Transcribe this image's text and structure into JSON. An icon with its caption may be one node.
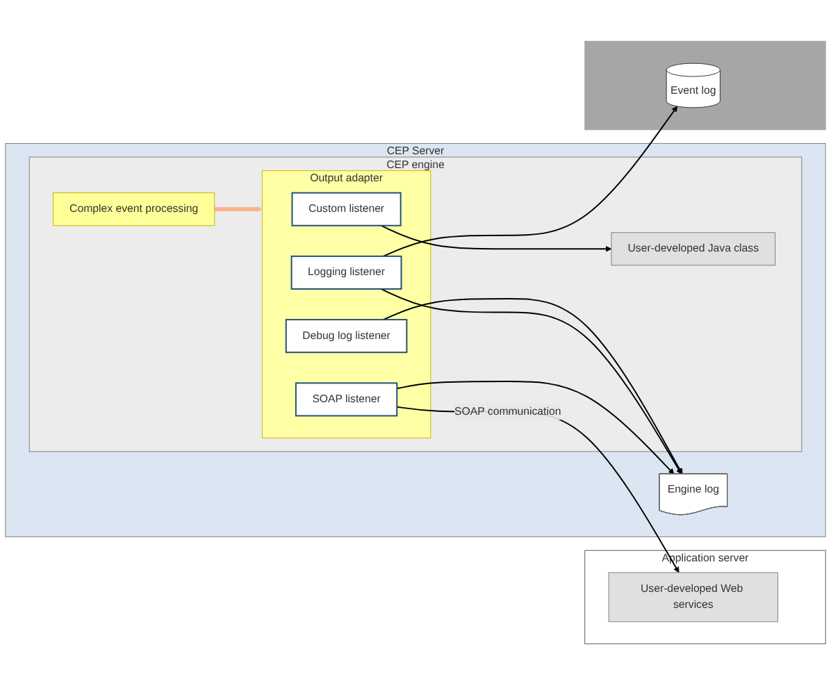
{
  "diagram": {
    "nodes": [
      {
        "text": [
          "CEP Server"
        ]
      },
      {
        "text": [
          "CEP engine"
        ],
        "in": 0
      },
      {
        "text": [
          "Complex event processing"
        ],
        "in": 1
      },
      {
        "text": [
          "Output adapter"
        ],
        "in": 1
      },
      {
        "text": [
          "Custom listener"
        ],
        "in": 3
      },
      {
        "text": [
          "SOAP listener"
        ],
        "in": 3
      },
      {
        "text": [
          "Logging listener"
        ],
        "in": 3
      },
      {
        "text": [
          "Debug log listener"
        ],
        "in": 3
      },
      {
        "text": [
          "User-developed Java class"
        ],
        "in": 1
      },
      {
        "text": [
          "Application server"
        ]
      },
      {
        "text": [
          "User-developed Web services"
        ],
        "in": 9
      },
      {
        "text": [
          "Engine log"
        ],
        "in": 0
      },
      {
        "text": [],
        "shape": "box"
      },
      {
        "text": [
          "Event log"
        ],
        "in": 12
      }
    ],
    "edges": [
      {
        "from": 2,
        "to": 3,
        "arrow": "to",
        "style": "thick",
        "color": "#f9b48a"
      },
      {
        "from": 4,
        "to": 8,
        "arrow": "to"
      },
      {
        "from": 5,
        "to": 10,
        "arrow": "to",
        "label": "SOAP communication"
      },
      {
        "from": 5,
        "to": 11,
        "arrow": "to"
      },
      {
        "from": 6,
        "to": 13,
        "arrow": "to"
      },
      {
        "from": 6,
        "to": 11,
        "arrow": "to"
      },
      {
        "from": 7,
        "to": 11,
        "arrow": "to"
      }
    ]
  }
}
